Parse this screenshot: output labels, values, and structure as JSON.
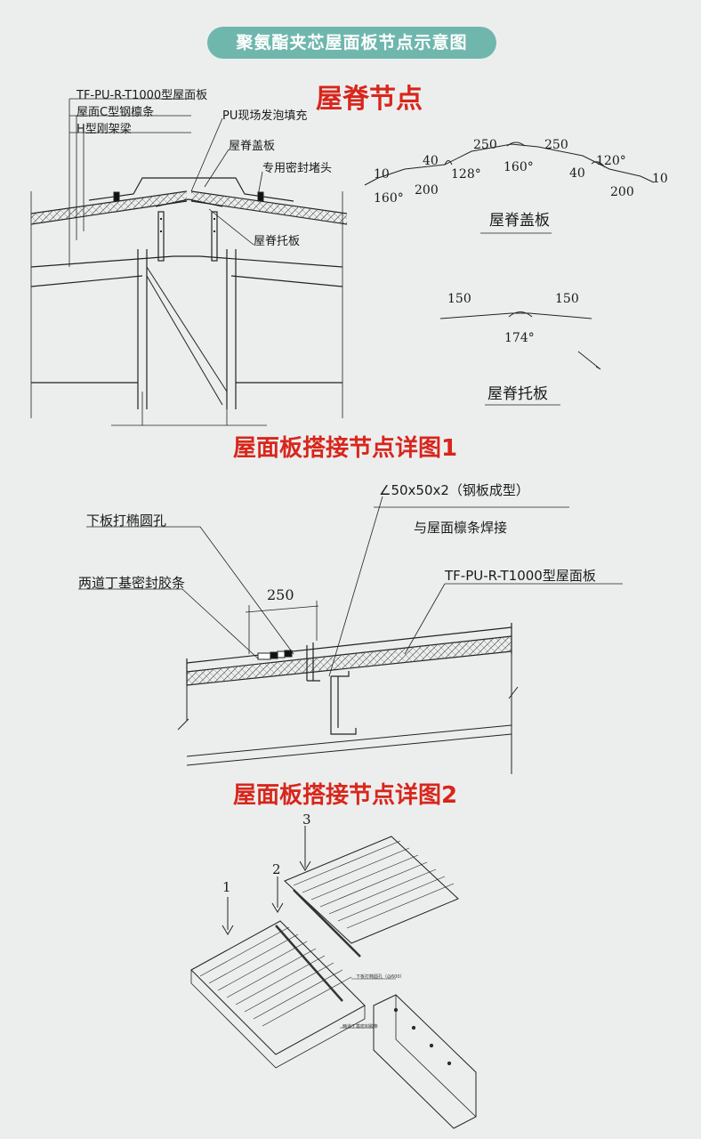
{
  "header": {
    "title": "聚氨酯夹芯屋面板节点示意图"
  },
  "section1": {
    "title": "屋脊节点",
    "labels": {
      "panel_model": "TF-PU-R-T1000型屋面板",
      "purlin": "屋面C型钢檩条",
      "beam": "H型刚架梁",
      "foam": "PU现场发泡填充",
      "ridge_cap": "屋脊盖板",
      "sealing_plug": "专用密封堵头",
      "ridge_support": "屋脊托板"
    },
    "cap_detail": {
      "title": "屋脊盖板",
      "dims": [
        "10",
        "40",
        "250",
        "250",
        "40",
        "10",
        "200",
        "200"
      ],
      "angles": [
        "160°",
        "128°",
        "160°",
        "120°"
      ]
    },
    "support_detail": {
      "title": "屋脊托板",
      "dims": [
        "150",
        "150"
      ],
      "angle": "174°"
    }
  },
  "section2": {
    "title": "屋面板搭接节点详图1",
    "labels": {
      "angle_spec": "∠50x50x2（钢板成型）",
      "weld": "与屋面檩条焊接",
      "hole": "下板打椭圆孔",
      "seal_strip": "两道丁基密封胶条",
      "panel_model": "TF-PU-R-T1000型屋面板",
      "dim": "250"
    }
  },
  "section3": {
    "title": "屋面板搭接节点详图2",
    "arrows": [
      "1",
      "2",
      "3"
    ],
    "tiny_labels": [
      "下板打椭圆孔（@600）",
      "两道丁基密封胶条"
    ]
  }
}
